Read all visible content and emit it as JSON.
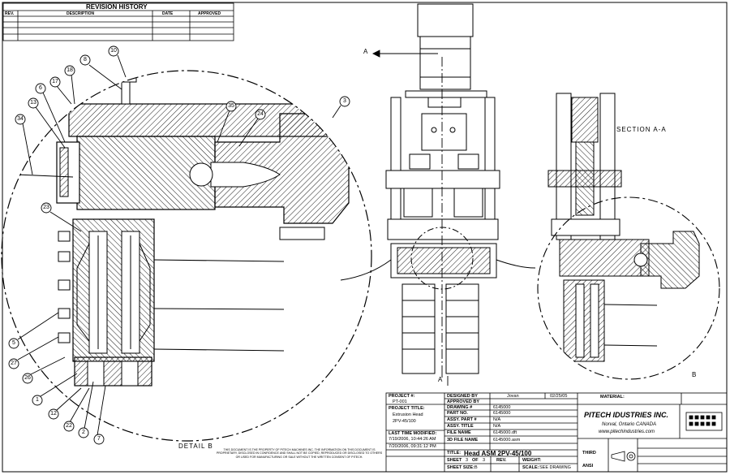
{
  "revision_history": {
    "title": "REVISION HISTORY",
    "columns": [
      "REV.",
      "DESCRIPTION",
      "DATE",
      "APPROVED"
    ]
  },
  "balloons": [
    "10",
    "8",
    "18",
    "17",
    "6",
    "13",
    "34",
    "35",
    "24",
    "3",
    "23",
    "5",
    "27",
    "26",
    "1",
    "12",
    "22",
    "2",
    "7"
  ],
  "views": {
    "section_marker": "A",
    "section_view_label": "SECTION A-A",
    "detail_marker": "B",
    "detail_view_label": "DETAIL B"
  },
  "title_block": {
    "project_no_label": "PROJECT #:",
    "project_no": "PT-001",
    "project_title_label": "PROJECT TITLE:",
    "project_title_line1": "Extrusion Head",
    "project_title_line2": "2PV-45/100",
    "last_modified_label": "LAST TIME MODIFIED:",
    "last_modified": "7/19/2006, 10:44:26 AM",
    "printed": "7/20/2006, 09:31:12 PM",
    "designed_by_label": "DESIGNED BY",
    "designed_by": "Jovan",
    "design_date": "02/25/05",
    "approved_by_label": "APPROVED BY",
    "drawing_no_label": "DRAWING #",
    "drawing_no": "6145000",
    "part_no_label": "PART NO.",
    "part_no": "6145000",
    "assy_part_label": "ASSY. PART #",
    "assy_part": "N/A",
    "assy_title_label": "ASSY. TITLE",
    "assy_title": "N/A",
    "file_name_label": "FILE NAME",
    "file_name": "6145000.dft",
    "model_file_label": "3D FILE NAME",
    "model_file": "6145000.asm",
    "title_label": "TITLE:",
    "title": "Head ASM 2PV-45/100",
    "sheet_label": "SHEET",
    "sheet": "3",
    "of_label": "OF",
    "sheet_total": "3",
    "rev_label": "REV.",
    "sheet_size_label": "SHEET SIZE:",
    "sheet_size": "B",
    "weight_label": "WEIGHT:",
    "scale_label": "SCALE:",
    "scale": "SEE DRAWING",
    "material_label": "MATERIAL:",
    "company": "PITECH IDUSTRIES INC.",
    "company_city": "Norval, Ontario CANADA",
    "company_web": "www.pitechindustries.com",
    "projection_label": "THIRD",
    "standard": "ANSI",
    "disclaimer": "THIS DOCUMENT IS THE PROPERTY OF PITECH MACHINES INC. THE INFORMATION ON THIS DOCUMENT IS PROPRIETARY, DISCLOSED IN CONFIDENCE AND SHALL NOT BE COPIED, REPRODUCED OR DISCLOSED TO OTHERS OR USED FOR MANUFACTURING OR SALE WITHOUT THE WRITTEN CONSENT OF PITECH."
  }
}
